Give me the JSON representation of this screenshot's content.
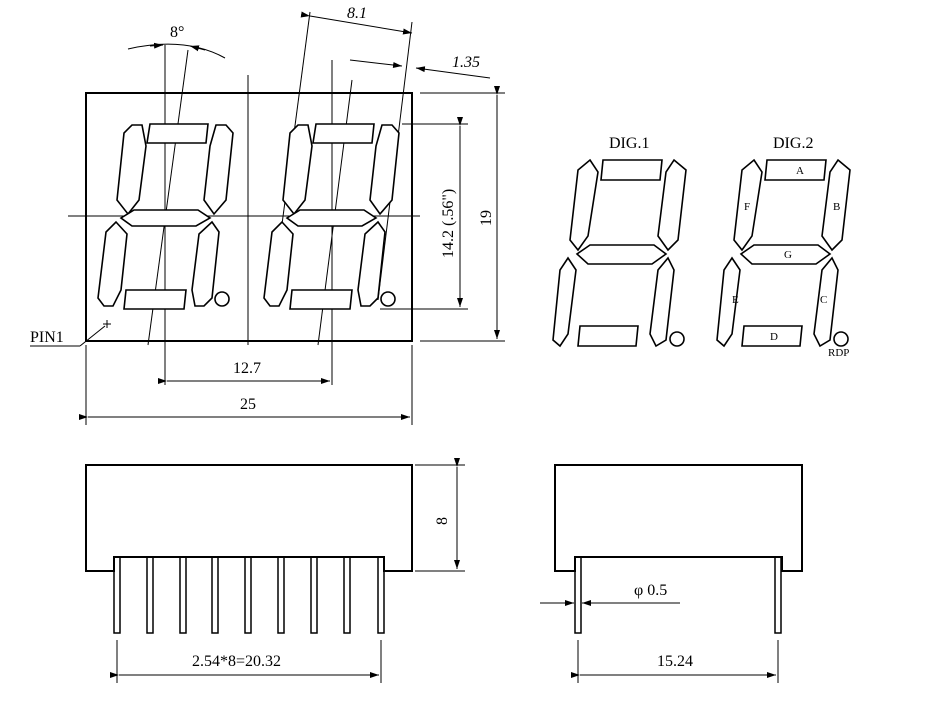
{
  "dimensions": {
    "angle": "8°",
    "slant_offset": "8.1",
    "offset_small": "1.35",
    "digit_height": "14.2 (.56\")",
    "total_height": "19",
    "digit_pitch": "12.7",
    "total_width": "25",
    "depth": "8",
    "pin_diameter": "φ 0.5",
    "pin_pitch": "2.54*8=20.32",
    "row_spacing": "15.24"
  },
  "labels": {
    "pin1": "PIN1",
    "dig1": "DIG.1",
    "dig2": "DIG.2",
    "rdp": "RDP"
  },
  "segments": {
    "a": "A",
    "b": "B",
    "c": "C",
    "d": "D",
    "e": "E",
    "f": "F",
    "g": "G"
  }
}
